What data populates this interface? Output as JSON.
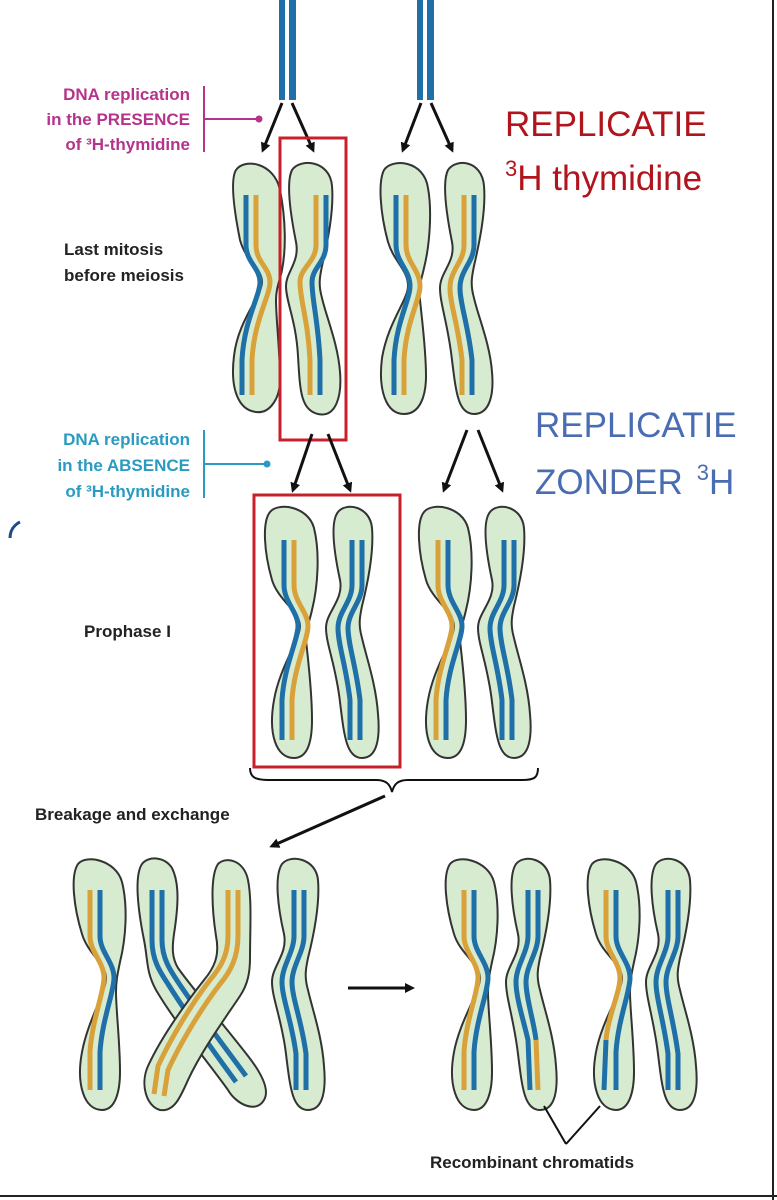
{
  "labels": {
    "dna_presence": [
      "DNA replication",
      "in the PRESENCE",
      "of ³H-thymidine"
    ],
    "dna_absence": [
      "DNA replication",
      "in the ABSENCE",
      "of ³H-thymidine"
    ],
    "last_mitosis": [
      "Last mitosis",
      "before meiosis"
    ],
    "prophase": "Prophase I",
    "breakage": "Breakage and exchange",
    "recombinant": "Recombinant chromatids"
  },
  "annotations": {
    "replicatie_h_line1": "REPLICATIE",
    "replicatie_h_sup": "3",
    "replicatie_h_line2": "H thymidine",
    "replicatie_zonder_line1": "REPLICATIE",
    "replicatie_zonder_line2": "ZONDER",
    "replicatie_zonder_sup": "3",
    "replicatie_zonder_h": "H"
  },
  "colors": {
    "chromosome_fill": "#d6ebcf",
    "chromosome_stroke": "#333333",
    "strand_blue": "#1f6fa8",
    "strand_yellow": "#d9a13a",
    "highlight_box": "#c8202b",
    "magenta": "#b5338a",
    "cyan": "#2a9bc0",
    "annotation_red": "#b0141c",
    "annotation_blue": "#4a6cb3"
  }
}
